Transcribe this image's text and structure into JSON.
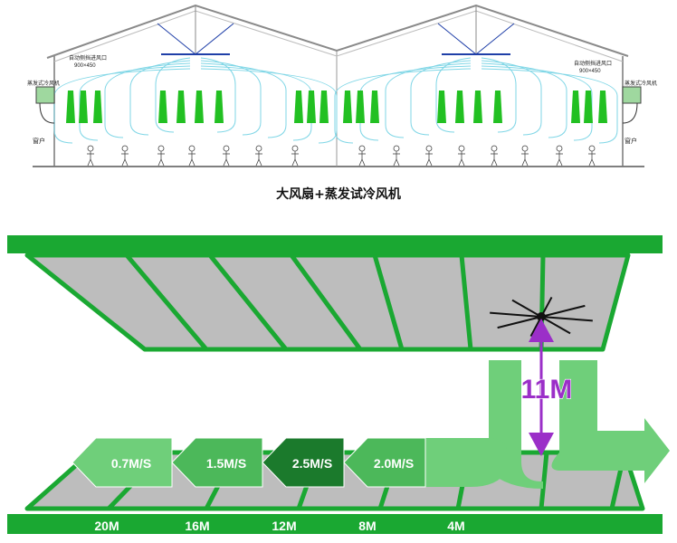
{
  "top_diagram": {
    "caption": "大风扇+蒸发试冷风机",
    "vent_label": "自动侧挡进风口",
    "vent_size": "900×450",
    "cooler_label": "蒸发式冷风机",
    "window_label": "窗户",
    "colors": {
      "airflow": "#7fd6e6",
      "fan": "#1f3fa8",
      "roof": "#8a8a8a",
      "cone": "#22c022"
    }
  },
  "bottom_diagram": {
    "height_label": "11M",
    "speed_arrows": [
      "0.7M/S",
      "1.5M/S",
      "2.5M/S",
      "2.0M/S"
    ],
    "distance_labels": [
      "20M",
      "16M",
      "12M",
      "8M",
      "4M"
    ],
    "colors": {
      "frame": "#1aa832",
      "panel": "#bdbdbd",
      "arrow_light": "#6fcf7a",
      "arrow_mid": "#4cb85a",
      "arrow_dark": "#1b7a2c",
      "height_arrow": "#9b2fc8"
    }
  }
}
